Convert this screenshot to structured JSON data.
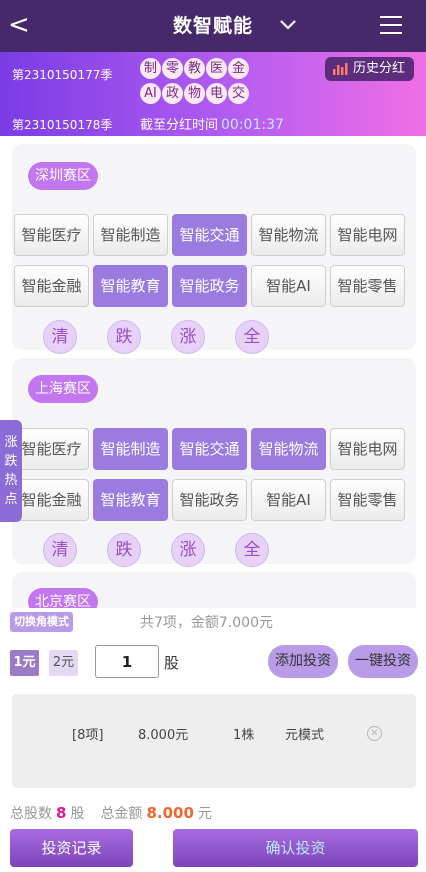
{
  "header": {
    "back": "<",
    "title": "数智赋能"
  },
  "banner": {
    "issue_current": "第2310150177季",
    "issue_next": "第2310150178季",
    "chars": [
      "制",
      "零",
      "教",
      "医",
      "金",
      "AI",
      "政",
      "物",
      "电",
      "交"
    ],
    "history_label": "历史分红",
    "countdown_label": "截至分红时间",
    "countdown_time": "00:01:37"
  },
  "zones": [
    {
      "name": "深圳赛区",
      "buttons": [
        {
          "label": "智能医疗",
          "selected": false
        },
        {
          "label": "智能制造",
          "selected": false
        },
        {
          "label": "智能交通",
          "selected": true
        },
        {
          "label": "智能物流",
          "selected": false
        },
        {
          "label": "智能电网",
          "selected": false
        },
        {
          "label": "智能金融",
          "selected": false
        },
        {
          "label": "智能教育",
          "selected": true
        },
        {
          "label": "智能政务",
          "selected": true
        },
        {
          "label": "智能AI",
          "selected": false
        },
        {
          "label": "智能零售",
          "selected": false
        }
      ],
      "quick": [
        "清",
        "跌",
        "涨",
        "全"
      ]
    },
    {
      "name": "上海赛区",
      "buttons": [
        {
          "label": "智能医疗",
          "selected": false
        },
        {
          "label": "智能制造",
          "selected": true
        },
        {
          "label": "智能交通",
          "selected": true
        },
        {
          "label": "智能物流",
          "selected": true
        },
        {
          "label": "智能电网",
          "selected": false
        },
        {
          "label": "智能金融",
          "selected": false
        },
        {
          "label": "智能教育",
          "selected": true
        },
        {
          "label": "智能政务",
          "selected": false
        },
        {
          "label": "智能AI",
          "selected": false
        },
        {
          "label": "智能零售",
          "selected": false
        }
      ],
      "quick": [
        "清",
        "跌",
        "涨",
        "全"
      ]
    },
    {
      "name": "北京赛区"
    }
  ],
  "side_tab": [
    "涨",
    "跌",
    "热",
    "点"
  ],
  "bottom": {
    "mode_switch": "切换角模式",
    "total_items": "共7项，金额7.000元",
    "unit_1": "1元",
    "unit_2": "2元",
    "quantity": "1",
    "quantity_unit": "股",
    "add_label": "添加投资",
    "onekey_label": "一键投资",
    "list_row": {
      "count": "[8项]",
      "amount": "8.000元",
      "shares": "1株",
      "mode": "元模式"
    },
    "close_icon": "⊗",
    "total_shares_label": "总股数",
    "total_shares": "8",
    "shares_unit": "股",
    "total_amount_label": "总金额",
    "total_amount": "8.000",
    "amount_unit": "元",
    "records_label": "投资记录",
    "confirm_label": "确认投资"
  }
}
